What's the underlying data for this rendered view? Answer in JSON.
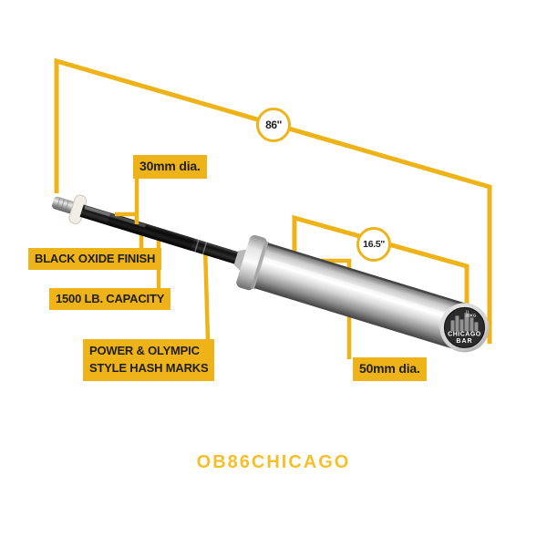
{
  "colors": {
    "accent": "#EFB31A",
    "label_text": "#1F1F1F",
    "model_text": "#F6BE2A"
  },
  "measurements": {
    "overall_length": "86''",
    "sleeve_length": "16.5''",
    "shaft_diameter": "30mm dia.",
    "sleeve_diameter": "50mm dia."
  },
  "labels": {
    "finish": "BLACK OXIDE FINISH",
    "capacity": "1500 LB. CAPACITY",
    "hash_marks_line1": "POWER & OLYMPIC",
    "hash_marks_line2": "STYLE HASH MARKS"
  },
  "end_cap": {
    "weight": "20KG",
    "brand_line1": "CHICAGO",
    "brand_line2": "BAR"
  },
  "model": "OB86CHICAGO"
}
